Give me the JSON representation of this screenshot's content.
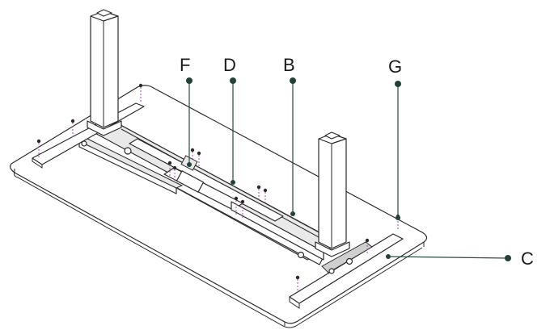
{
  "labels": {
    "F": "F",
    "D": "D",
    "B": "B",
    "G": "G",
    "C": "C"
  },
  "colors": {
    "leader": "#2b4a3c",
    "line": "#2a2a2a",
    "screw_guide": "#b04aa5"
  }
}
